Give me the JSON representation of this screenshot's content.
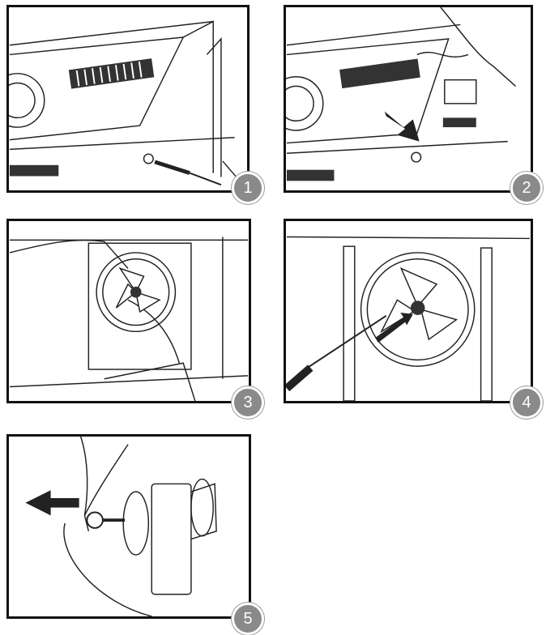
{
  "steps": [
    {
      "number": "1"
    },
    {
      "number": "2"
    },
    {
      "number": "3"
    },
    {
      "number": "4"
    },
    {
      "number": "5"
    }
  ],
  "colors": {
    "frame": "#111111",
    "badge": "#8a8a8a",
    "arrow": "#222222"
  }
}
